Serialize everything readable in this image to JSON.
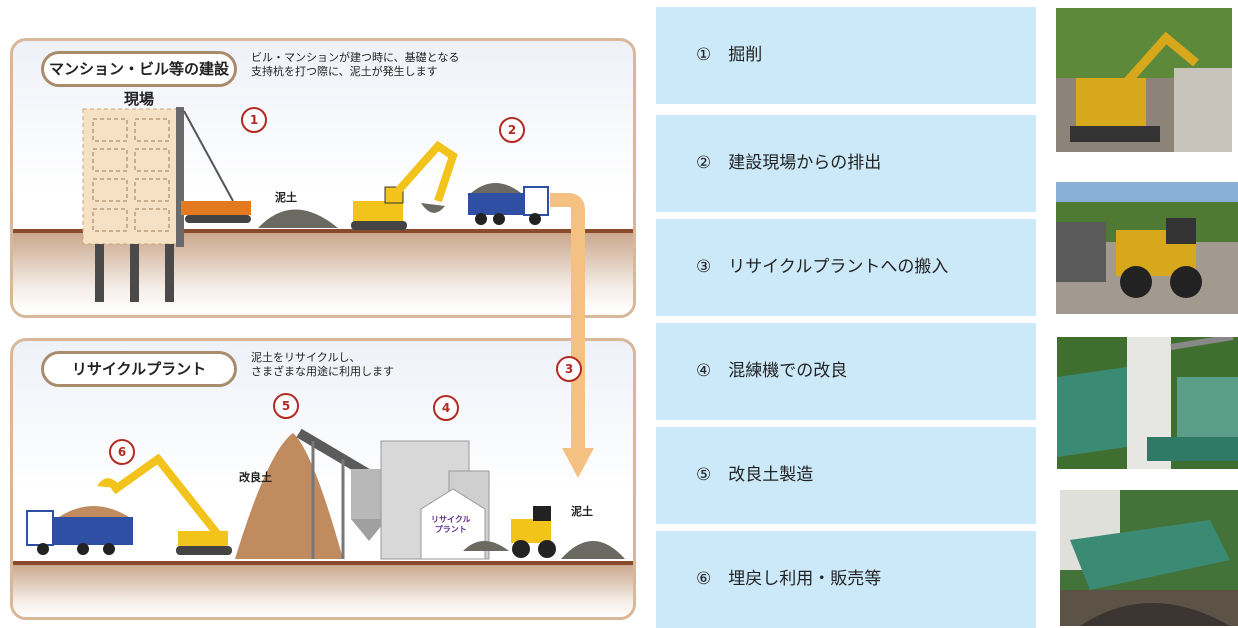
{
  "top_panel": {
    "title": "マンション・ビル等の建設現場",
    "desc_line1": "ビル・マンションが建つ時に、基礎となる",
    "desc_line2": "支持杭を打つ際に、泥土が発生します",
    "soil_label": "泥土"
  },
  "bottom_panel": {
    "title": "リサイクルプラント",
    "desc_line1": "泥土をリサイクルし、",
    "desc_line2": "さまざまな用途に利用します",
    "improved_soil_label": "改良土",
    "soil_label": "泥土",
    "plant_sign_line1": "リサイクル",
    "plant_sign_line2": "プラント"
  },
  "markers": [
    "1",
    "2",
    "3",
    "4",
    "5",
    "6"
  ],
  "steps": [
    "①　掘削",
    "②　建設現場からの排出",
    "③　リサイクルプラントへの搬入",
    "④　混練機での改良",
    "⑤　改良土製造",
    "⑥　埋戻し利用・販売等"
  ],
  "colors": {
    "step_bg": "#cce9fa",
    "marker": "#b22a22",
    "arrow": "#f5c183",
    "panel_border": "#d8b898",
    "machine": "#f2c31a",
    "truck": "#2e4fa3"
  }
}
